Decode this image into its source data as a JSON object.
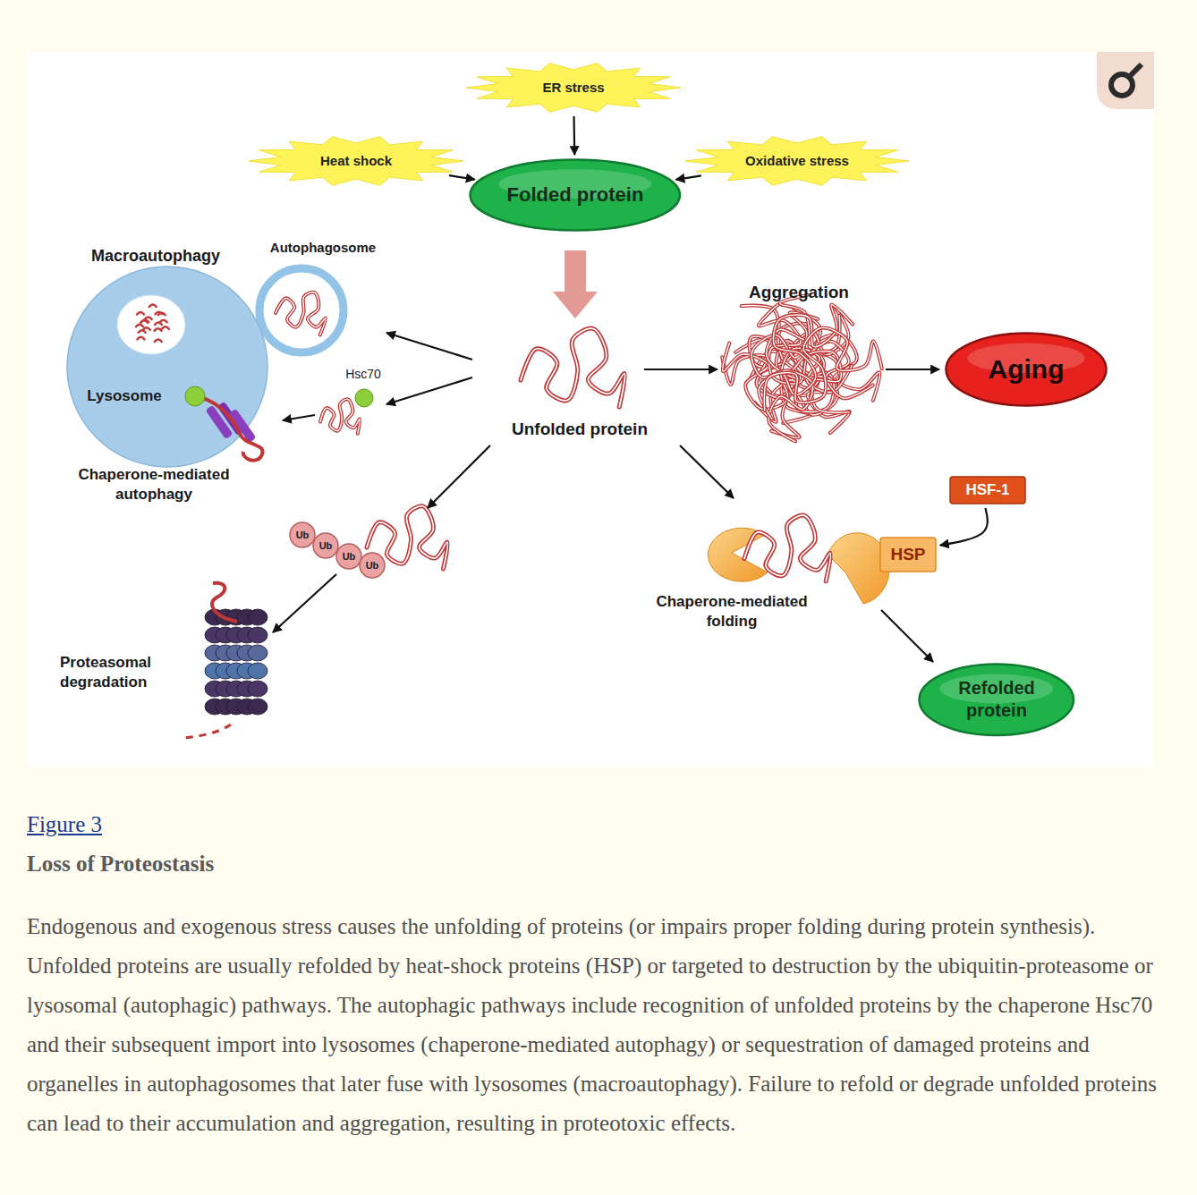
{
  "diagram": {
    "title": "Loss of Proteostasis",
    "caption": "Endogenous and exogenous stress causes the unfolding of proteins (or impairs proper folding during protein synthesis). Unfolded proteins are usually refolded by heat-shock proteins (HSP) or targeted to destruction by the ubiquitin-proteasome or lysosomal (autophagic) pathways. The autophagic pathways include recognition of unfolded proteins by the chaperone Hsc70 and their subsequent import into lysosomes (chaperone-mediated autophagy) or sequestration of damaged proteins and organelles in autophagosomes that later fuse with lysosomes (macroautophagy). Failure to refold or degrade unfolded proteins can lead to their accumulation and aggregation, resulting in proteotoxic effects.",
    "nodes": [
      {
        "text": [
          "Folded protein"
        ]
      },
      {
        "text": [
          "Aging"
        ]
      },
      {
        "text": [
          "Refolded protein"
        ]
      },
      {
        "text": [
          "HSF-1"
        ]
      },
      {
        "text": [
          "HSP"
        ]
      },
      {
        "text": [
          "Heat shock"
        ]
      },
      {
        "text": [
          "ER stress"
        ]
      },
      {
        "text": [
          "Oxidative stress"
        ]
      },
      {
        "text": [
          "Lysosome"
        ]
      }
    ],
    "edges": [
      {
        "from": 5,
        "to": 0,
        "arrow": "to"
      },
      {
        "from": 6,
        "to": 0,
        "arrow": "to"
      },
      {
        "from": 7,
        "to": 0,
        "arrow": "to"
      },
      {
        "from": 3,
        "to": 4,
        "arrow": "to"
      }
    ],
    "labels": [
      "Autophagosome",
      "Macroautophagy",
      "Aggregation",
      "Hsc70",
      "Unfolded protein",
      "Chaperone-mediated autophagy",
      "Ub",
      "Ub",
      "Ub",
      "Ub",
      "Chaperone-mediated folding",
      "Proteasomal degradation",
      "Figure 3"
    ]
  }
}
